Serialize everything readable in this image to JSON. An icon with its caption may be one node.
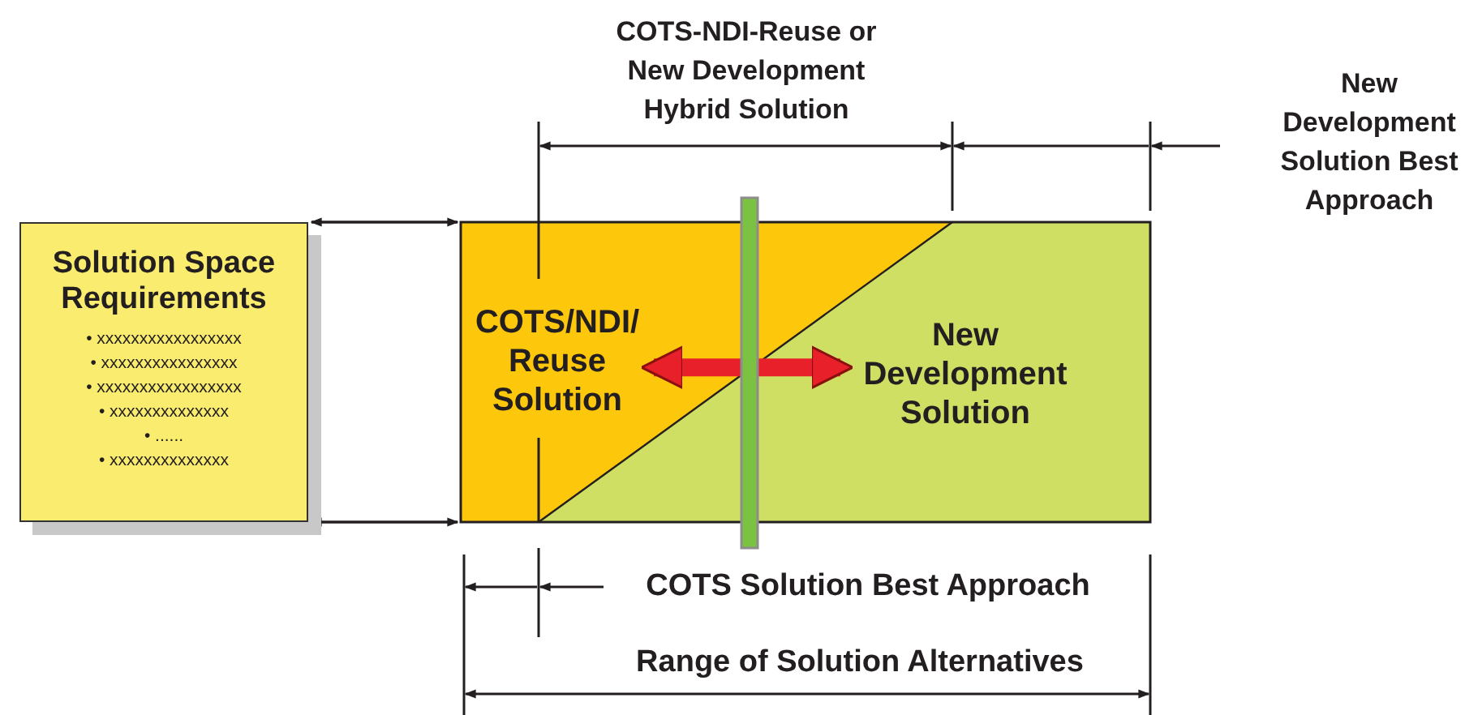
{
  "diagram": {
    "nodes": [
      {
        "text": [
          "Solution Space Requirements",
          "• xxxxxxxxxxxxxxxxx",
          "• xxxxxxxxxxxxxxxx",
          "• xxxxxxxxxxxxxxxxx",
          "• xxxxxxxxxxxxxx",
          "• ......",
          "• xxxxxxxxxxxxxx"
        ]
      },
      {
        "text": [],
        "shape": "box"
      },
      {
        "text": [
          "COTS/NDI/ Reuse Solution"
        ],
        "in": 1
      },
      {
        "text": [
          "New Development Solution"
        ],
        "in": 1
      }
    ],
    "edges": [
      {
        "from": 0,
        "to": 1,
        "arrow": "both"
      },
      {
        "from": 0,
        "to": 1,
        "arrow": "both"
      },
      {
        "from": 2,
        "to": 3,
        "arrow": "both",
        "style": "thick",
        "color": "#e8202a"
      }
    ],
    "labels": [
      "COTS-NDI-Reuse or New Development Hybrid Solution",
      "New Development Solution Best Approach",
      "COTS Solution Best Approach",
      "Range of Solution Alternatives"
    ]
  }
}
